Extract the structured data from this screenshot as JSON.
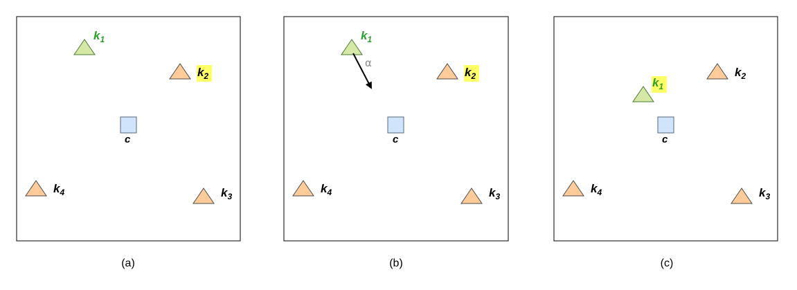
{
  "colors": {
    "panel_border": "#000000",
    "highlighted_triangle_fill": "#d5e8a6",
    "highlighted_triangle_stroke": "#4a7a32",
    "highlighted_label_color": "#2e9e2e",
    "triangle_fill": "#ffcc99",
    "triangle_stroke": "#4a4a4a",
    "center_fill": "#d0e4fb",
    "center_stroke": "#56687a",
    "label_highlight": "#ffff66",
    "alpha_color": "#888888"
  },
  "panels": [
    {
      "caption": "(a)",
      "center_label": "c",
      "k1": {
        "main": "k",
        "sub": "1"
      },
      "k2": {
        "main": "k",
        "sub": "2"
      },
      "k3": {
        "main": "k",
        "sub": "3"
      },
      "k4": {
        "main": "k",
        "sub": "4"
      }
    },
    {
      "caption": "(b)",
      "center_label": "c",
      "arrow_label": "α",
      "k1": {
        "main": "k",
        "sub": "1"
      },
      "k2": {
        "main": "k",
        "sub": "2"
      },
      "k3": {
        "main": "k",
        "sub": "3"
      },
      "k4": {
        "main": "k",
        "sub": "4"
      }
    },
    {
      "caption": "(c)",
      "center_label": "c",
      "k1": {
        "main": "k",
        "sub": "1"
      },
      "k2": {
        "main": "k",
        "sub": "2"
      },
      "k3": {
        "main": "k",
        "sub": "3"
      },
      "k4": {
        "main": "k",
        "sub": "4"
      }
    }
  ]
}
